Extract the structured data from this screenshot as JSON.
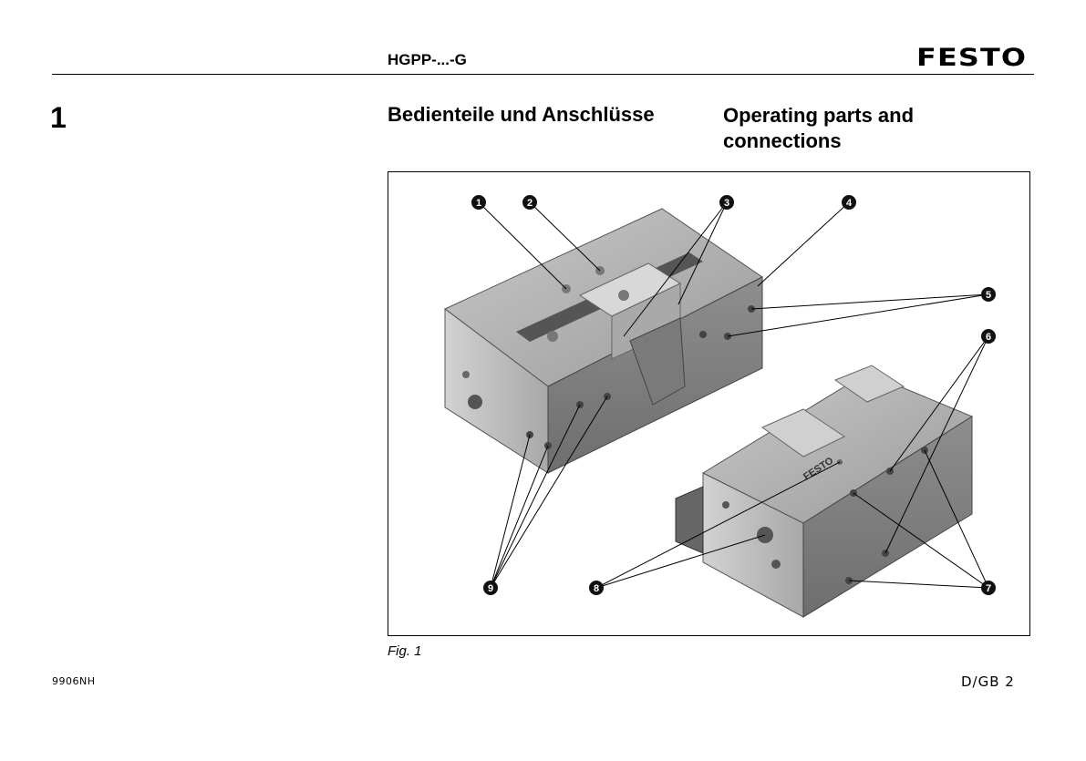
{
  "header": {
    "product": "HGPP-...-G",
    "brand": "FESTO"
  },
  "section": {
    "number": "1",
    "title_de": "Bedienteile und Anschlüsse",
    "title_en": "Operating parts and connections"
  },
  "figure": {
    "caption": "Fig. 1",
    "callouts": [
      "1",
      "2",
      "3",
      "4",
      "5",
      "6",
      "7",
      "8",
      "9"
    ],
    "product_label": "FESTO"
  },
  "footer": {
    "doc_code": "9906NH",
    "page": "D/GB 2"
  }
}
